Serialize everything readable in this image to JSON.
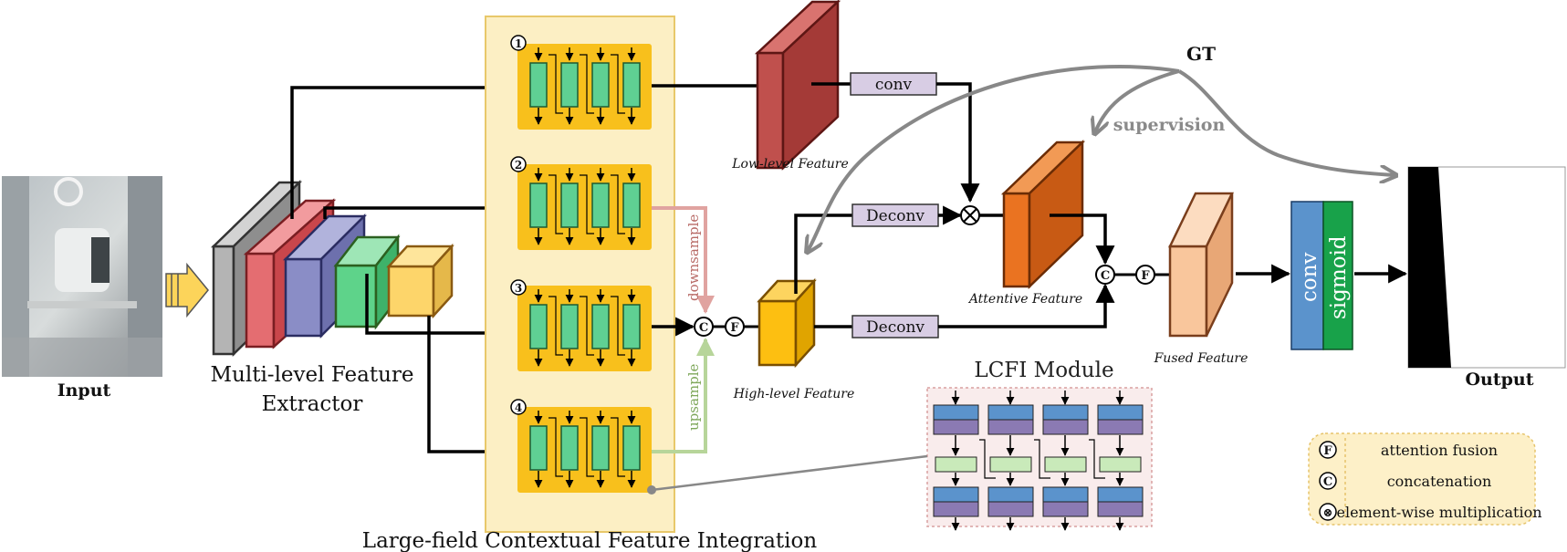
{
  "labels": {
    "input": "Input",
    "extractor_line1": "Multi-level Feature",
    "extractor_line2": "Extractor",
    "lcfi_title": "Large-field Contextual Feature Integration",
    "downsample": "downsample",
    "upsample": "upsample",
    "low_level": "Low-level Feature",
    "high_level": "High-level Feature",
    "attentive": "Attentive Feature",
    "fused": "Fused Feature",
    "conv": "conv",
    "deconv_top": "Deconv",
    "deconv_bottom": "Deconv",
    "gt": "GT",
    "supervision": "supervision",
    "output": "Output",
    "head_conv": "conv",
    "head_sigmoid": "sigmoid",
    "lcfi_module": "LCFI Module",
    "branch_1": "1",
    "branch_2": "2",
    "branch_3": "3",
    "branch_4": "4",
    "op_c": "C",
    "op_f": "F",
    "op_x": "⊗"
  },
  "legend": [
    {
      "symbol": "F",
      "text": "attention fusion"
    },
    {
      "symbol": "C",
      "text": "concatenation"
    },
    {
      "symbol": "⊗",
      "text": "element-wise multiplication"
    }
  ],
  "colors": {
    "lcfi_bg": "#fcefc4",
    "block_bg": "#f8c01c",
    "green": "#5fd093",
    "low_feat": "#c0504d",
    "high_feat": "#fdbf11",
    "att_feat": "#ea7321",
    "fused_feat": "#f9c69c",
    "op_box": "#d8cde4",
    "conv_blue": "#5b93cc",
    "sigmoid_green": "#18a24a",
    "legend_bg": "#fdf0c8"
  }
}
